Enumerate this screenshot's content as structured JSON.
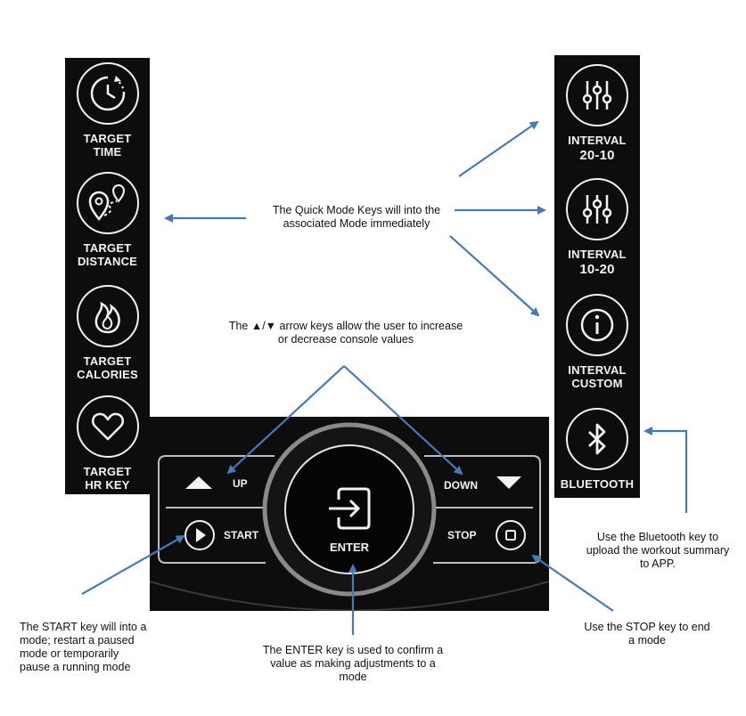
{
  "left_panel": {
    "keys": [
      {
        "line1": "TARGET",
        "line2": "TIME",
        "icon": "clock-icon"
      },
      {
        "line1": "TARGET",
        "line2": "DISTANCE",
        "icon": "map-pin-icon"
      },
      {
        "line1": "TARGET",
        "line2": "CALORIES",
        "icon": "flame-icon"
      },
      {
        "line1": "TARGET",
        "line2": "HR KEY",
        "icon": "heart-icon"
      }
    ]
  },
  "right_panel": {
    "keys": [
      {
        "line1": "INTERVAL",
        "line2": "20-10",
        "icon": "sliders-icon"
      },
      {
        "line1": "INTERVAL",
        "line2": "10-20",
        "icon": "sliders-icon"
      },
      {
        "line1": "INTERVAL",
        "line2": "CUSTOM",
        "icon": "info-icon"
      },
      {
        "line1": "BLUETOOTH",
        "line2": "",
        "icon": "bluetooth-icon"
      }
    ]
  },
  "console": {
    "up": "UP",
    "down": "DOWN",
    "start": "START",
    "stop": "STOP",
    "enter": "ENTER"
  },
  "notes": {
    "quick_mode": [
      "The Quick Mode Keys will into the",
      "associated Mode immediately"
    ],
    "arrow_keys": [
      "The ▲/▼ arrow keys allow the user to increase",
      "or decrease console values"
    ],
    "bluetooth": [
      "Use the Bluetooth key to",
      "upload the workout summary",
      "to APP."
    ],
    "start": [
      "The START key will into a",
      "mode; restart a paused",
      "mode or temporarily",
      "pause a running mode"
    ],
    "enter": [
      "The ENTER key is used to confirm a",
      "value as making adjustments to a",
      "mode"
    ],
    "stop": [
      "Use the STOP key to end",
      "a mode"
    ]
  },
  "colors": {
    "arrow": "#4a78b0",
    "panel": "#0d0d0d",
    "key_outline": "#f2f2f2"
  }
}
